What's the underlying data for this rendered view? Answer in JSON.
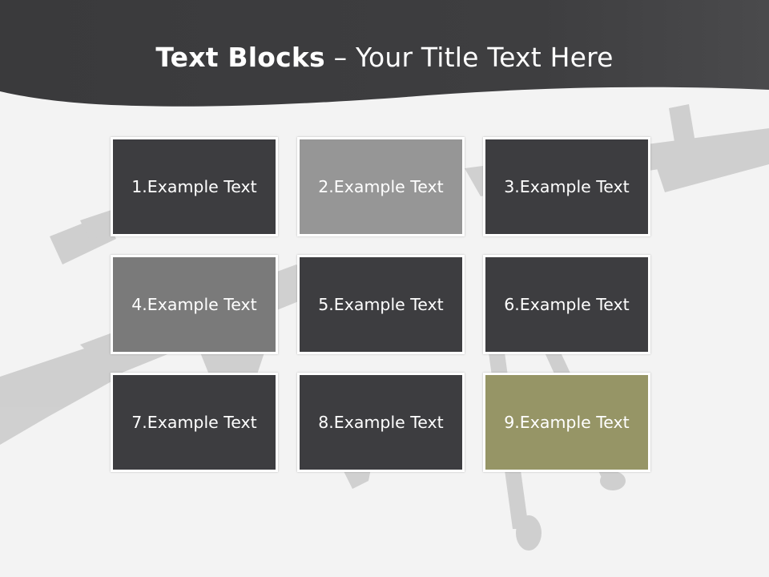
{
  "title": {
    "bold": "Text Blocks",
    "dash": " – ",
    "rest": "Your Title Text Here"
  },
  "colors": {
    "header": "#3c3c3e",
    "background": "#f3f3f3",
    "dark_block": "#3d3d40",
    "light_block": "#969696",
    "mid_block": "#7a7a7a",
    "accent_block": "#969566"
  },
  "blocks": [
    {
      "label": "1.Example Text",
      "color": "#3d3d40"
    },
    {
      "label": "2.Example Text",
      "color": "#969696"
    },
    {
      "label": "3.Example Text",
      "color": "#3d3d40"
    },
    {
      "label": "4.Example Text",
      "color": "#7a7a7a"
    },
    {
      "label": "5.Example Text",
      "color": "#3d3d40"
    },
    {
      "label": "6.Example Text",
      "color": "#3d3d40"
    },
    {
      "label": "7.Example Text",
      "color": "#3d3d40"
    },
    {
      "label": "8.Example Text",
      "color": "#3d3d40"
    },
    {
      "label": "9.Example Text",
      "color": "#969566"
    }
  ]
}
